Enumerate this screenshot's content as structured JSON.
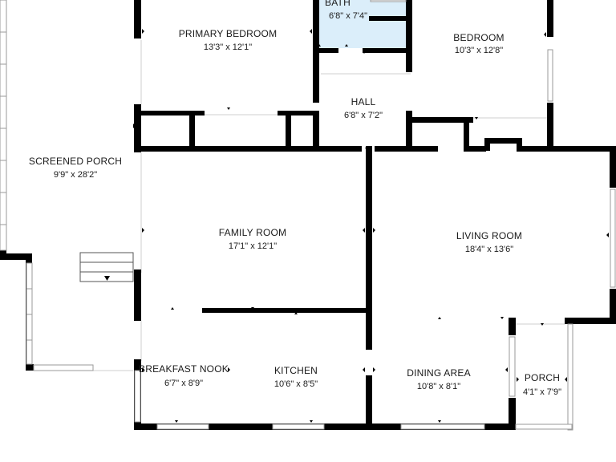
{
  "colors": {
    "wall": "#000000",
    "background": "#ffffff",
    "bath_fill": "#dbeefa",
    "window_stroke": "#9a9a9a"
  },
  "rooms": {
    "bath": {
      "name": "BATH",
      "dim": "6'8\" x 7'4\""
    },
    "primary_bedroom": {
      "name": "PRIMARY BEDROOM",
      "dim": "13'3\" x 12'1\""
    },
    "bedroom": {
      "name": "BEDROOM",
      "dim": "10'3\" x 12'8\""
    },
    "hall": {
      "name": "HALL",
      "dim": "6'8\" x 7'2\""
    },
    "screened_porch": {
      "name": "SCREENED PORCH",
      "dim": "9'9\" x 28'2\""
    },
    "family_room": {
      "name": "FAMILY ROOM",
      "dim": "17'1\" x 12'1\""
    },
    "living_room": {
      "name": "LIVING ROOM",
      "dim": "18'4\" x 13'6\""
    },
    "breakfast_nook": {
      "name": "BREAKFAST NOOK",
      "dim": "6'7\" x 8'9\""
    },
    "kitchen": {
      "name": "KITCHEN",
      "dim": "10'6\" x 8'5\""
    },
    "dining_area": {
      "name": "DINING AREA",
      "dim": "10'8\" x 8'1\""
    },
    "porch": {
      "name": "PORCH",
      "dim": "4'1\" x 7'9\""
    }
  }
}
